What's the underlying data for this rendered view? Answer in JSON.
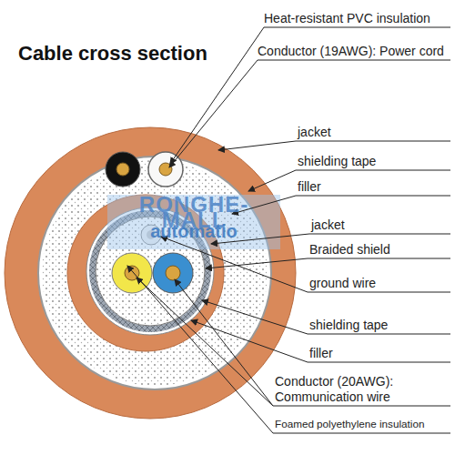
{
  "diagram": {
    "title": "Cable cross section",
    "labels": [
      "Heat-resistant PVC insulation",
      "Conductor (19AWG): Power cord",
      "jacket",
      "shielding tape",
      "filler",
      "jacket",
      "Braided shield",
      "ground wire",
      "shielding tape",
      "filler",
      "Conductor (20AWG): Communication wire",
      "Foamed polyethylene insulation",
      "RONGHE-MALL",
      "automatio"
    ]
  }
}
